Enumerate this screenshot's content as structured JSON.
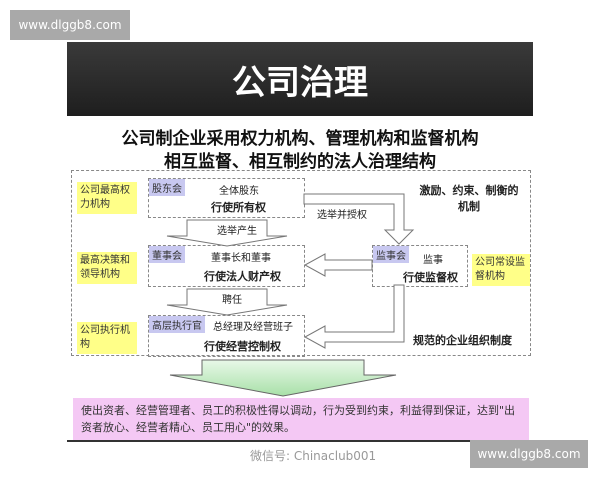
{
  "watermark": {
    "top": "www.dlggb8.com",
    "bottom": "www.dlggb8.com",
    "overlay": "微信号: Chinaclub001"
  },
  "title": "公司治理",
  "subtitle": [
    "公司制企业采用权力机构、管理机构和监督机构",
    "相互监督、相互制约的法人治理结构"
  ],
  "left_labels": [
    "公司最高权力机构",
    "最高决策和领导机构",
    "公司执行机构"
  ],
  "right_label": "公司常设监督机构",
  "boxes": {
    "shareholders": {
      "tag": "股东会",
      "line1": "全体股东",
      "line2": "行使所有权"
    },
    "board": {
      "tag": "董事会",
      "line1": "董事长和董事",
      "line2": "行使法人财产权"
    },
    "executives": {
      "tag": "高层执行官",
      "line1": "总经理及经营班子",
      "line2": "行使经营控制权"
    },
    "supervisors": {
      "tag": "监事会",
      "line1": "监事",
      "line2": "行使监督权"
    }
  },
  "arrows": {
    "elect": "选举产生",
    "elect_authorize": "选举并授权",
    "appoint": "聘任"
  },
  "notes": {
    "mechanism": "激励、约束、制衡的机制",
    "system": "规范的企业组织制度"
  },
  "conclusion": "使出资者、经营管理者、员工的积极性得以调动，行为受到约束，利益得到保证，达到\"出资者放心、经营者精心、员工用心\"的效果。"
}
